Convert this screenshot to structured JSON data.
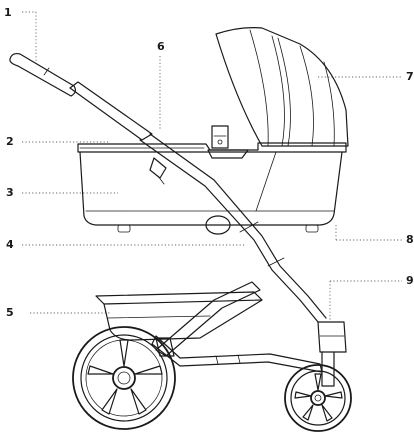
{
  "callouts": [
    {
      "label": "1"
    },
    {
      "label": "2"
    },
    {
      "label": "3"
    },
    {
      "label": "4"
    },
    {
      "label": "5"
    },
    {
      "label": "6"
    },
    {
      "label": "7"
    },
    {
      "label": "8"
    },
    {
      "label": "9"
    }
  ],
  "colors": {
    "ink": "#1a1a1a",
    "leader": "#666666",
    "background": "#ffffff"
  }
}
